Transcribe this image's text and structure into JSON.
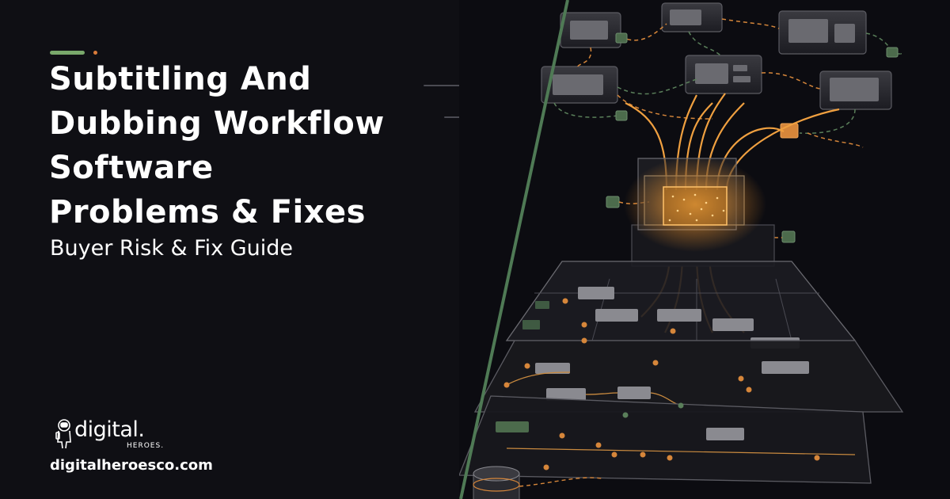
{
  "title_lines": [
    "Subtitling And",
    "Dubbing Workflow",
    "Software",
    "Problems & Fixes"
  ],
  "subtitle": "Buyer Risk & Fix Guide",
  "brand": {
    "name": "digital.",
    "tagline": "HEROES.",
    "url": "digitalheroesco.com"
  },
  "colors": {
    "background": "#0f0f14",
    "divider": "#4f7a55",
    "accent_green": "#79a86b",
    "accent_orange": "#d97b3a",
    "glow": "#f0a040"
  },
  "icons": [
    "arrow-right-icon",
    "astronaut-logo-icon"
  ]
}
